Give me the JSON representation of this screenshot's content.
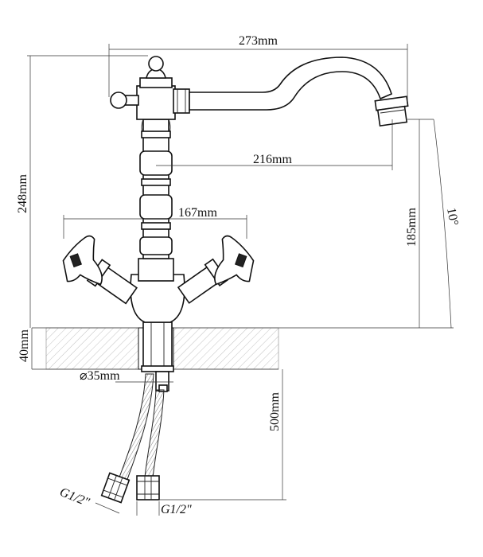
{
  "dimensions": {
    "spout_reach_total": "273mm",
    "spout_reach": "216mm",
    "total_height": "248mm",
    "spout_height": "185mm",
    "handles_width": "167mm",
    "spout_angle": "10°",
    "deck_thickness": "40mm",
    "hole_diameter": "⌀35mm",
    "hose_length": "500mm",
    "thread_left": "G1/2\"",
    "thread_right": "G1/2\""
  }
}
